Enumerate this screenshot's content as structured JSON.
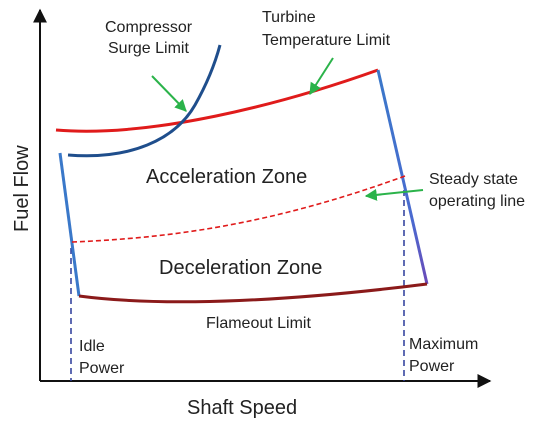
{
  "axes": {
    "x_label": "Shaft Speed",
    "y_label": "Fuel Flow"
  },
  "labels": {
    "compressor_surge": [
      "Compressor",
      "Surge Limit"
    ],
    "turbine_temp": [
      "Turbine",
      "Temperature Limit"
    ],
    "steady_state": [
      "Steady state",
      "operating line"
    ],
    "flameout": "Flameout Limit",
    "idle_power": [
      "Idle",
      "Power"
    ],
    "maximum_power": [
      "Maximum",
      "Power"
    ]
  },
  "zones": {
    "acceleration": "Acceleration Zone",
    "deceleration": "Deceleration Zone"
  },
  "colors": {
    "surge_curve": "#1f4e8c",
    "turbine_curve": "#e01b1b",
    "boundary": "#3a78c9",
    "steady_line": "#e01b1b",
    "flameout_curve": "#8b1a1a",
    "pointer_arrow": "#2bb34a",
    "axis": "#111111",
    "guide_line": "#2a3a9a"
  }
}
